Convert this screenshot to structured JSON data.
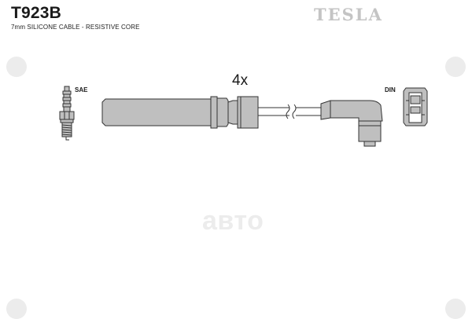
{
  "header": {
    "part_number": "T923B",
    "description": "7mm SILICONE CABLE - RESISTIVE CORE",
    "brand": "TESLA"
  },
  "diagram": {
    "quantity_label": "4x",
    "left_connector_label": "SAE",
    "right_connector_label": "DIN",
    "line_color": "#333333",
    "fill_color": "#bfbfbf"
  },
  "watermark": {
    "text": "авто"
  }
}
